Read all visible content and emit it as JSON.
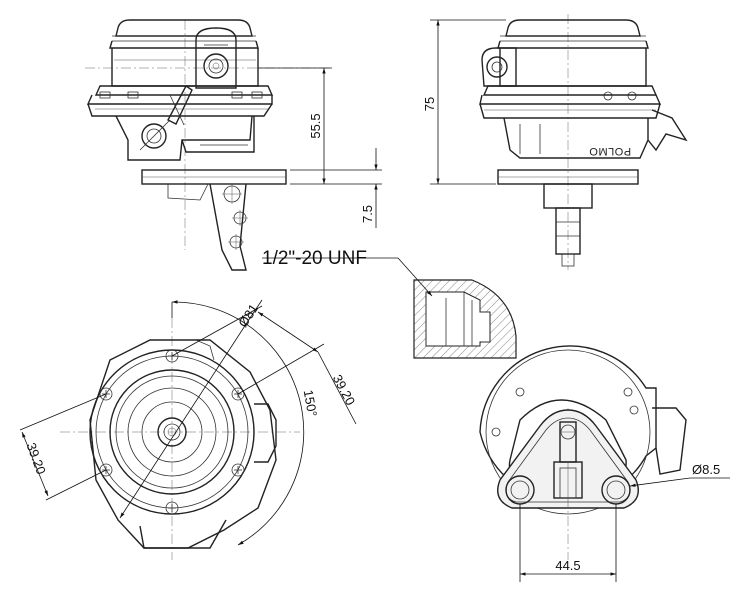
{
  "dimensions": {
    "height_main": "55.5",
    "height_flange": "7.5",
    "total_height": "75",
    "diameter_body": "Ø81",
    "bolt_spacing_right": "39.20",
    "bolt_spacing_left": "39.20",
    "angle": "150°",
    "hole_diameter": "Ø8.5",
    "hole_spacing": "44.5"
  },
  "callout": {
    "thread": "1/2\"-20 UNF"
  },
  "brand": "POLMO"
}
